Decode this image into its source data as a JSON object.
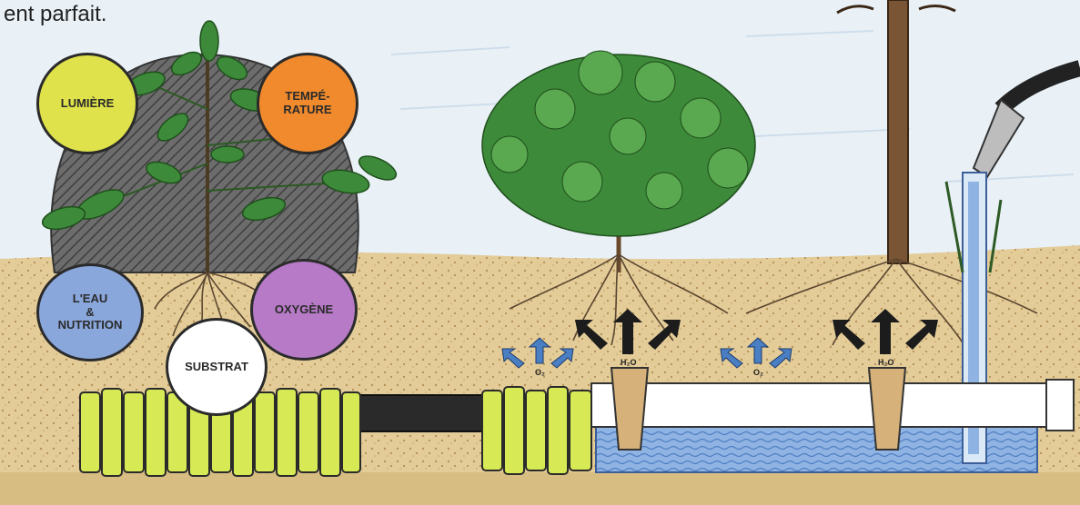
{
  "caption": "ent parfait.",
  "factors": {
    "light": {
      "label": "LUMIÈRE",
      "color": "#dfe24a"
    },
    "temperature": {
      "label": "TEMPÉ-\nRATURE",
      "color": "#f08a2c"
    },
    "water_nutrition": {
      "label": "L'EAU\n&\nNUTRITION",
      "color": "#8aa7dc"
    },
    "oxygen": {
      "label": "OXYGÈNE",
      "color": "#b67ac6"
    },
    "substrate": {
      "label": "SUBSTRAT",
      "color": "#ffffff"
    }
  },
  "markers": {
    "water_left": "H₂O",
    "oxygen_left": "O₂",
    "water_right": "H₂O",
    "oxygen_right": "O₂"
  },
  "colors": {
    "sky": "#e9f1f7",
    "soil": "#e3cc98",
    "soil_dark": "#c7a868",
    "pipe_green": "#d7ea55",
    "water": "#7ea7dc",
    "leaf": "#3d8a3a",
    "bark": "#6b4a2c"
  }
}
